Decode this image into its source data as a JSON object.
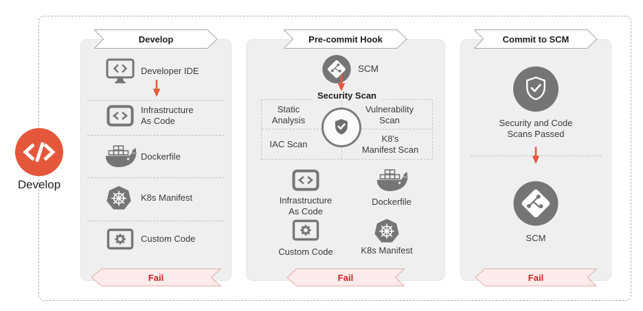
{
  "diagram": {
    "start": {
      "label": "Develop"
    },
    "colors": {
      "accent_orange": "#e5573b",
      "fail_red": "#c62323",
      "icon_gray": "#757575",
      "panel_bg": "#efefef",
      "fail_banner_bg": "#fcebea",
      "banner_border": "#a6a6a6"
    },
    "panels": {
      "develop": {
        "title": "Develop",
        "items": [
          {
            "label": "Developer IDE"
          },
          {
            "label": "Infrastructure\nAs Code"
          },
          {
            "label": "Dockerfile"
          },
          {
            "label": "K8s Manifest"
          },
          {
            "label": "Custom Code"
          }
        ],
        "fail_label": "Fail"
      },
      "precommit": {
        "title": "Pre-commit Hook",
        "scm_label": "SCM",
        "security_scan": {
          "title": "Security Scan",
          "scans": [
            {
              "label": "Static\nAnalysis"
            },
            {
              "label": "Vulnerability\nScan"
            },
            {
              "label": "IAC Scan"
            },
            {
              "label": "K8's\nManifest Scan"
            }
          ]
        },
        "artifacts": [
          {
            "label": "Infrastructure\nAs Code"
          },
          {
            "label": "Dockerfile"
          },
          {
            "label": "Custom Code"
          },
          {
            "label": "K8s Manifest"
          }
        ],
        "fail_label": "Fail"
      },
      "commit": {
        "title": "Commit to SCM",
        "passed_label": "Security and Code\nScans Passed",
        "scm_label": "SCM",
        "fail_label": "Fail"
      }
    }
  }
}
